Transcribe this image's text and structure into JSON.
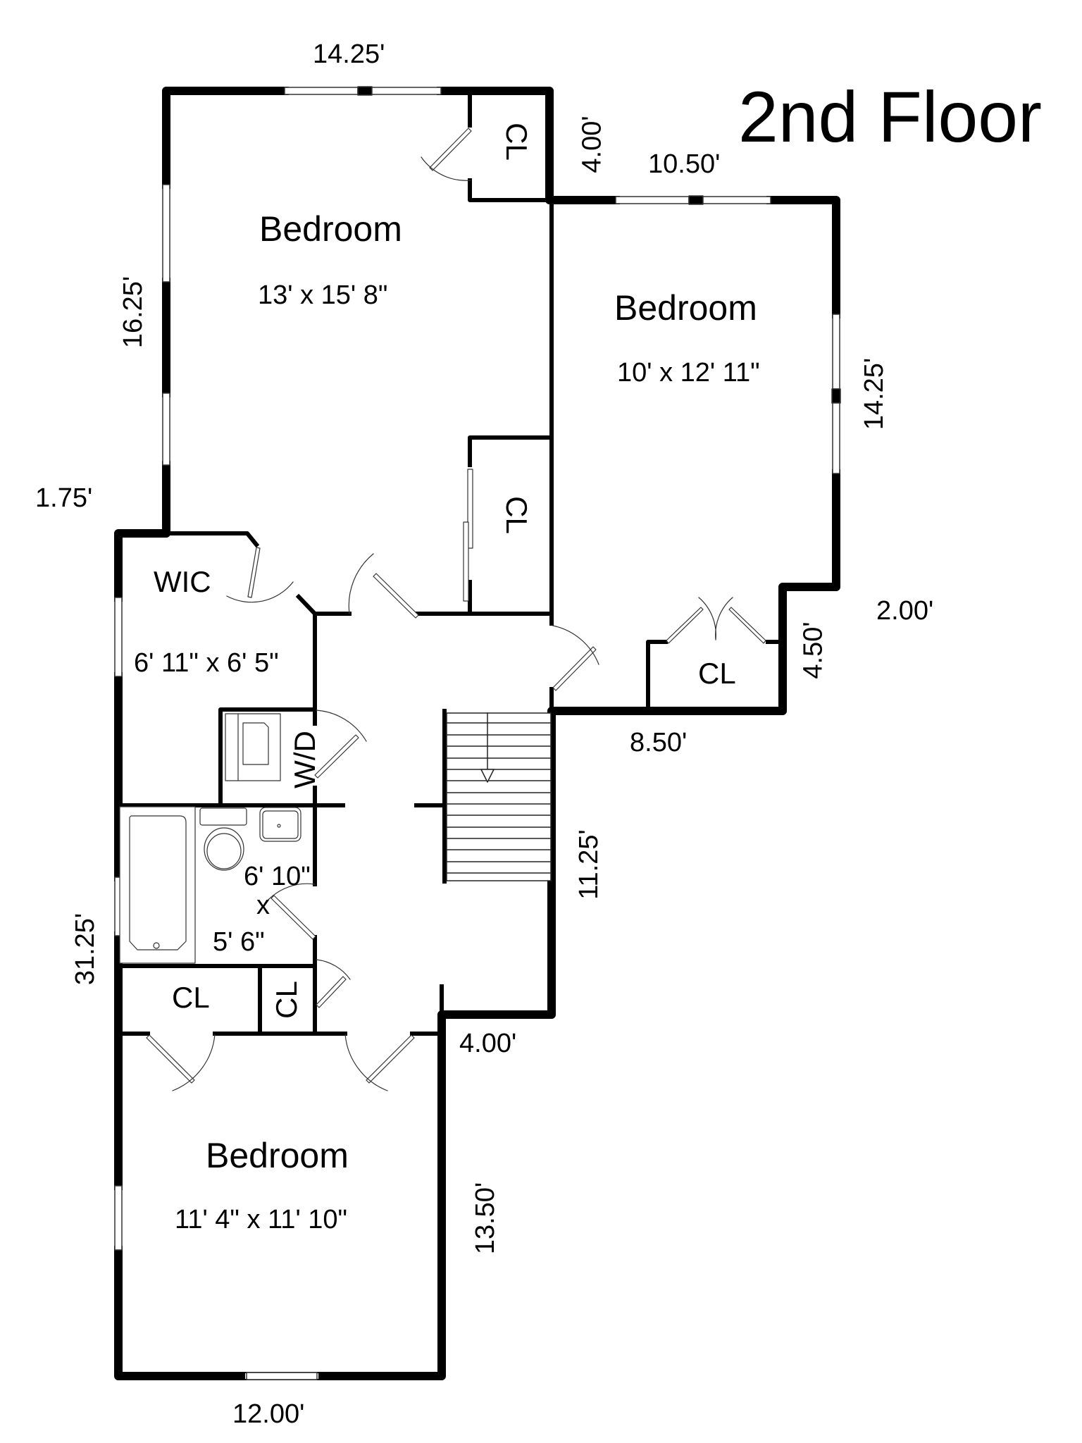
{
  "title": "2nd Floor",
  "rooms": {
    "bedroom_top_left": {
      "name": "Bedroom",
      "size": "13' x 15' 8\""
    },
    "bedroom_right": {
      "name": "Bedroom",
      "size": "10' x 12' 11\""
    },
    "bedroom_bottom": {
      "name": "Bedroom",
      "size": "11' 4\" x 11' 10\""
    },
    "wic": {
      "name": "WIC",
      "size": "6' 11\" x 6' 5\""
    },
    "bath": {
      "size_line1": "6' 10\"",
      "size_line2": "x",
      "size_line3": "5' 6\""
    },
    "laundry": {
      "name": "W/D"
    },
    "closets": {
      "top": "CL",
      "middle": "CL",
      "right": "CL",
      "bottom_left": "CL",
      "bottom_small": "CL"
    }
  },
  "dimensions": {
    "top_width": "14.25'",
    "closet_depth": "4.00'",
    "right_top_width": "10.50'",
    "left_upper_height": "16.25'",
    "right_height": "14.25'",
    "left_offset": "1.75'",
    "right_offset": "2.00'",
    "right_closet_height": "4.50'",
    "right_bottom_width": "8.50'",
    "stair_height": "11.25'",
    "left_total_height": "31.25'",
    "bottom_step": "4.00'",
    "bottom_bedroom_height": "13.50'",
    "bottom_width": "12.00'"
  },
  "colors": {
    "wall": "#000000",
    "background": "#ffffff",
    "fixture": "#555555"
  }
}
